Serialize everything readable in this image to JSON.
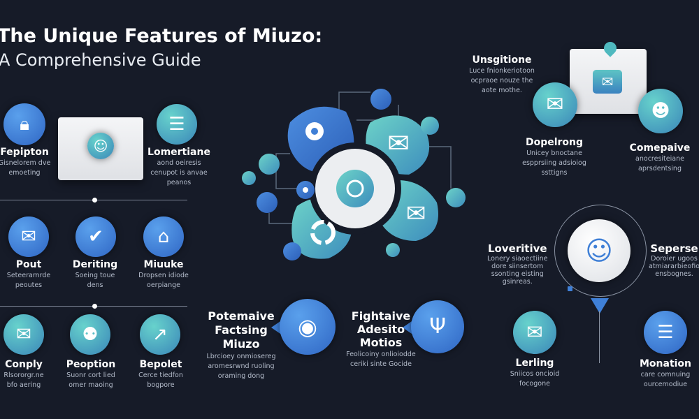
{
  "header": {
    "title": "The Unique Features of Miuzo:",
    "subtitle": "A Comprehensive Guide"
  },
  "colors": {
    "background": "#161b28",
    "blue": "#2f66c4",
    "teal": "#4fb9bf"
  },
  "left": [
    {
      "title": "Fepipton",
      "desc": [
        "Gisnelorem dve",
        "emoeting"
      ],
      "icon": "lock-icon"
    },
    {
      "title": "Lomertiane",
      "desc": [
        "aond oeiresis",
        "cenupot is anvae",
        "peanos"
      ],
      "icon": "phone-icon"
    },
    {
      "title": "Pout",
      "desc": [
        "Seteerarnrde",
        "peoutes"
      ],
      "icon": "envelope-icon"
    },
    {
      "title": "Deriting",
      "desc": [
        "Soeing toue",
        "dens"
      ],
      "icon": "badge-check-icon"
    },
    {
      "title": "Miuuke",
      "desc": [
        "Dropsen idiode",
        "oerpiange"
      ],
      "icon": "home-gear-icon"
    },
    {
      "title": "Conply",
      "desc": [
        "Rlsororgr.ne",
        "bfo aering"
      ],
      "icon": "envelope-chat-icon"
    },
    {
      "title": "Peoption",
      "desc": [
        "Suonr cort lied",
        "omer maoing"
      ],
      "icon": "lamp-icon"
    },
    {
      "title": "Bepolet",
      "desc": [
        "Cerce tiedfon",
        "bogpore"
      ],
      "icon": "chart-icon"
    }
  ],
  "right": [
    {
      "title": "Unsgitione",
      "desc": [
        "Luce fnionkeriotoon",
        "ocpraoe nouze the",
        "aote mothe."
      ]
    },
    {
      "title": "Dopelrong",
      "desc": [
        "Unicey bnoctane",
        "espprsiing adsioiog",
        "ssttigns"
      ],
      "icon": "envelope-icon"
    },
    {
      "title": "Comepaive",
      "desc": [
        "anocresiteiane",
        "aprsdentsing"
      ],
      "icon": "profile-icon"
    },
    {
      "title": "Loveritive",
      "desc": [
        "Lonery siaoectiine",
        "dore siinsertom",
        "ssonting eisting",
        "gsinreas."
      ]
    },
    {
      "title": "Seperse",
      "desc": [
        "Doroier ugoos",
        "atmiararbieofio",
        "ensbognes."
      ]
    },
    {
      "title": "Lerling",
      "desc": [
        "Sniicos oncioid",
        "focogone"
      ],
      "icon": "envelope-edit-icon"
    },
    {
      "title": "Monation",
      "desc": [
        "care comnuing",
        "ourcemodiue"
      ],
      "icon": "document-icon"
    }
  ],
  "bottom": [
    {
      "title": [
        "Potemaive",
        "Factsing",
        "Miuzo"
      ],
      "desc": [
        "Lbrcioey onmiosereg",
        "aromesrwnd ruoling",
        "oraming dong"
      ],
      "icon": "target-icon"
    },
    {
      "title": [
        "Fightaive",
        "Adesito",
        "Motios"
      ],
      "desc": [
        "Feolicoiny onlioiodde",
        "ceriki sinte Gocide"
      ],
      "icon": "trophy-icon"
    }
  ]
}
